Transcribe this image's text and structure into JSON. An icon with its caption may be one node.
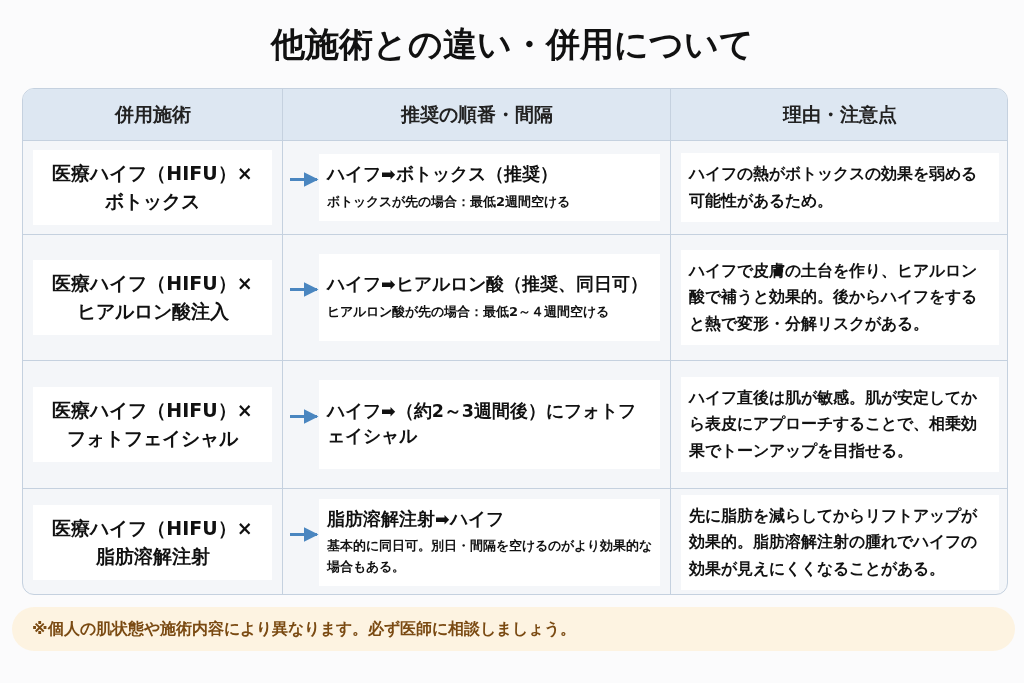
{
  "diagram": {
    "title": "他施術との違い・併用について",
    "nodes": [
      {
        "text": [
          "医療ハイフ（HIFU）×ボトックス"
        ]
      },
      {
        "text": [
          "ハイフ➡ボトックス（推奨）",
          "ボトックスが先の場合：最低2週間空ける"
        ]
      },
      {
        "text": [
          "ハイフの熱がボトックスの効果を弱める可能性があるため。"
        ]
      },
      {
        "text": [
          "医療ハイフ（HIFU）×ヒアルロン酸注入"
        ]
      },
      {
        "text": [
          "ハイフ➡ヒアルロン酸（推奨、同日可）",
          "ヒアルロン酸が先の場合：最低2～４週間空ける"
        ]
      },
      {
        "text": [
          "ハイフで皮膚の土台を作り、ヒアルロン酸で補うと効果的。後からハイフをすると熱で変形・分解リスクがある。"
        ]
      },
      {
        "text": [
          "医療ハイフ（HIFU）×フォトフェイシャル"
        ]
      },
      {
        "text": [
          "ハイフ➡（約2～3週間後）にフォトフェイシャル"
        ]
      },
      {
        "text": [
          "ハイフ直後は肌が敏感。肌が安定してから表皮にアプローチすることで、相乗効果でトーンアップを目指せる。"
        ]
      },
      {
        "text": [
          "医療ハイフ（HIFU）×脂肪溶解注射"
        ]
      },
      {
        "text": [
          "脂肪溶解注射➡ハイフ",
          "基本的に同日可。別日・間隔を空けるのがより効果的な場合もある。"
        ]
      },
      {
        "text": [
          "先に脂肪を減らしてからリフトアップが効果的。脂肪溶解注射の腫れでハイフの効果が見えにくくなることがある。"
        ]
      }
    ],
    "edges": [
      {
        "from": 0,
        "to": 1,
        "arrow": "to"
      },
      {
        "from": 3,
        "to": 4,
        "arrow": "to"
      },
      {
        "from": 6,
        "to": 7,
        "arrow": "to"
      },
      {
        "from": 9,
        "to": 10,
        "arrow": "to"
      }
    ],
    "labels": [
      "併用施術",
      "推奨の順番・間隔",
      "理由・注意点",
      "※個人の肌状態や施術内容により異なります。必ず医師に相談しましょう。"
    ]
  }
}
